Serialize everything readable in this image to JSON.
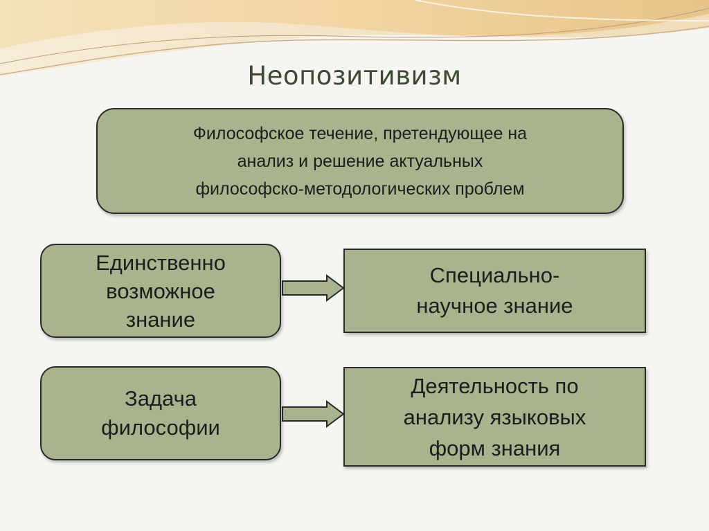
{
  "title": "Неопозитивизм",
  "definition": "Философское течение, претендующее на\nанализ и решение актуальных\nфилософско-методологических проблем",
  "rows": [
    {
      "left": "Единственно\nвозможное\nзнание",
      "right": "Специально-\nнаучное знание"
    },
    {
      "left": "Задача\nфилософии",
      "right": "Деятельность по\nанализу языковых\nформ знания"
    }
  ],
  "colors": {
    "box_fill": "#a8b48e",
    "box_border": "#2a2a2a",
    "title": "#3d4a38",
    "wave_gold": "#e8c98a"
  }
}
